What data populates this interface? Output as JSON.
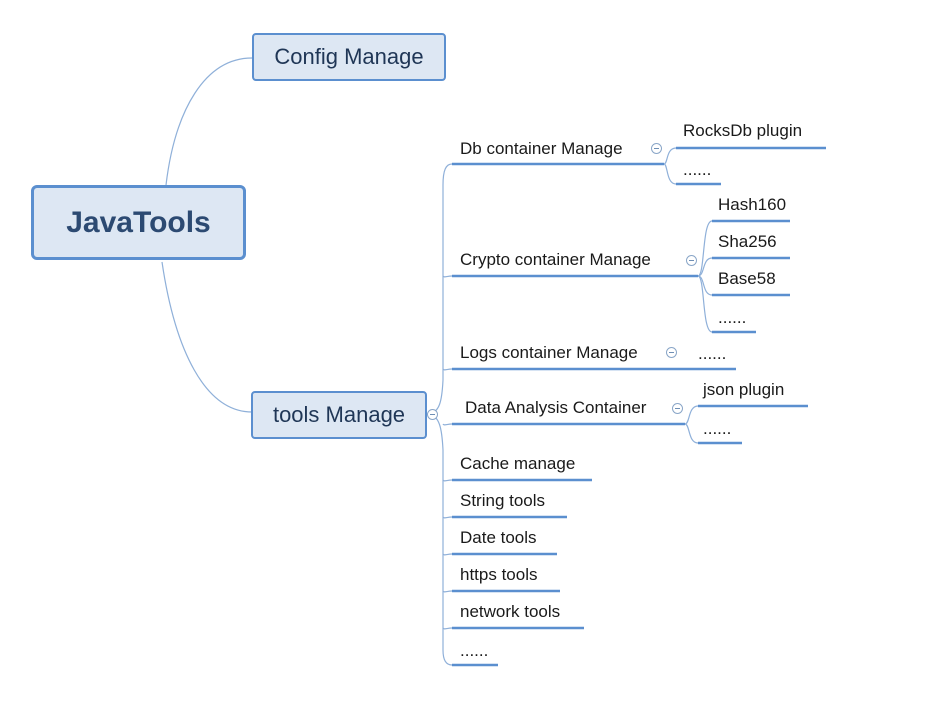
{
  "root": {
    "label": "JavaTools"
  },
  "main_topics": {
    "config": {
      "label": "Config Manage"
    },
    "tools": {
      "label": "tools Manage"
    }
  },
  "tools_children": {
    "db": {
      "label": "Db container Manage",
      "children": [
        "RocksDb plugin",
        "......"
      ]
    },
    "crypto": {
      "label": "Crypto  container Manage",
      "children": [
        "Hash160",
        "Sha256",
        "Base58",
        "......"
      ]
    },
    "logs": {
      "label": "Logs container Manage",
      "children": [
        "......"
      ]
    },
    "data": {
      "label": "Data Analysis Container",
      "children": [
        "json plugin",
        "......"
      ]
    },
    "cache": {
      "label": "Cache manage"
    },
    "string": {
      "label": "String tools"
    },
    "date": {
      "label": "Date tools"
    },
    "https": {
      "label": "https tools"
    },
    "network": {
      "label": "network tools"
    },
    "more": {
      "label": "......"
    }
  },
  "colors": {
    "line": "#5b8fcf",
    "thin_line": "#8fb0d9",
    "box_fill": "#dde7f3",
    "root_text": "#2c4a72"
  }
}
